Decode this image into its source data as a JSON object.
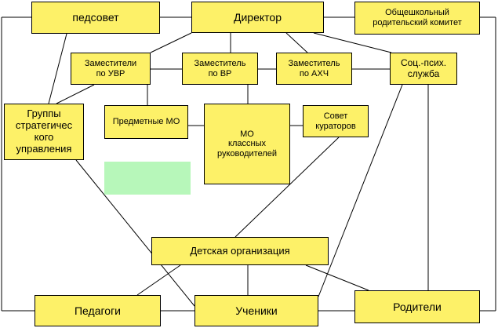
{
  "diagram": {
    "nodes": {
      "pedsovet": "педсовет",
      "director": "Директор",
      "parent_committee": "Общешкольный\nродительский комитет",
      "deputy_uvr": "Заместители\nпо УВР",
      "deputy_vr": "Заместитель\nпо ВР",
      "deputy_ahch": "Заместитель\nпо АХЧ",
      "soc_psych": "Соц.-псих.\nслужба",
      "strategic_groups": "Группы\nстратегичес\nкого\nуправления",
      "subject_mo": "Предметные МО",
      "class_leaders_mo": "МО\nклассных\nруководителей",
      "curators_council": "Совет\nкураторов",
      "children_org": "Детская организация",
      "teachers": "Педагоги",
      "students": "Ученики",
      "parents": "Родители"
    },
    "colors": {
      "box_fill": "#fdf168",
      "box_border": "#000000",
      "line": "#000000",
      "green_block": "#b7f7ba"
    }
  }
}
